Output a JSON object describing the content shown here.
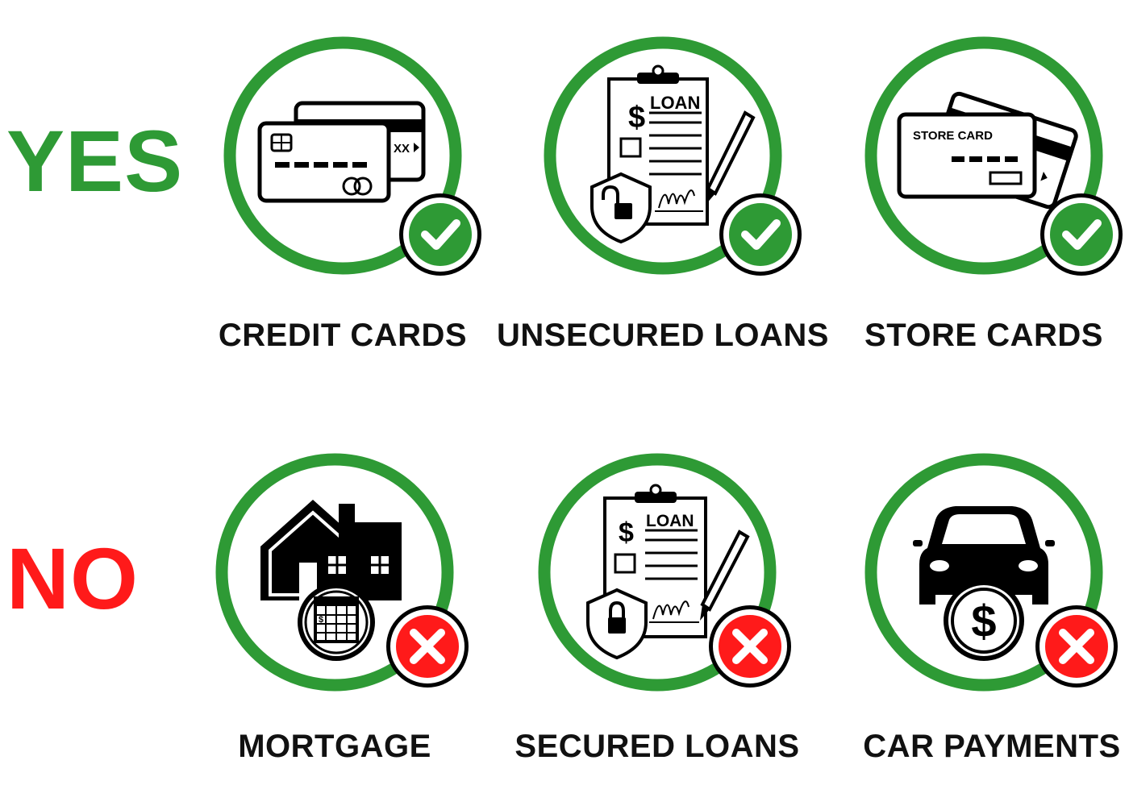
{
  "rows": {
    "yes": {
      "label": "YES",
      "color": "#2e9a35",
      "status_icon": "check-icon",
      "items": [
        {
          "caption": "CREDIT CARDS",
          "icon": "credit-cards-icon",
          "card_text": "XX"
        },
        {
          "caption": "UNSECURED LOANS",
          "icon": "loan-document-unlocked-icon",
          "doc_title": "LOAN",
          "currency": "$"
        },
        {
          "caption": "STORE CARDS",
          "icon": "store-cards-icon",
          "card_text": "STORE CARD"
        }
      ]
    },
    "no": {
      "label": "NO",
      "color": "#ff1a1a",
      "status_icon": "cross-icon",
      "items": [
        {
          "caption": "MORTGAGE",
          "icon": "house-calendar-icon",
          "currency": "$"
        },
        {
          "caption": "SECURED LOANS",
          "icon": "loan-document-locked-icon",
          "doc_title": "LOAN",
          "currency": "$"
        },
        {
          "caption": "CAR PAYMENTS",
          "icon": "car-dollar-icon",
          "currency": "$"
        }
      ]
    }
  },
  "colors": {
    "ring": "#2e9a35",
    "check_badge": "#2e9a35",
    "cross_badge": "#ff1a1a"
  }
}
